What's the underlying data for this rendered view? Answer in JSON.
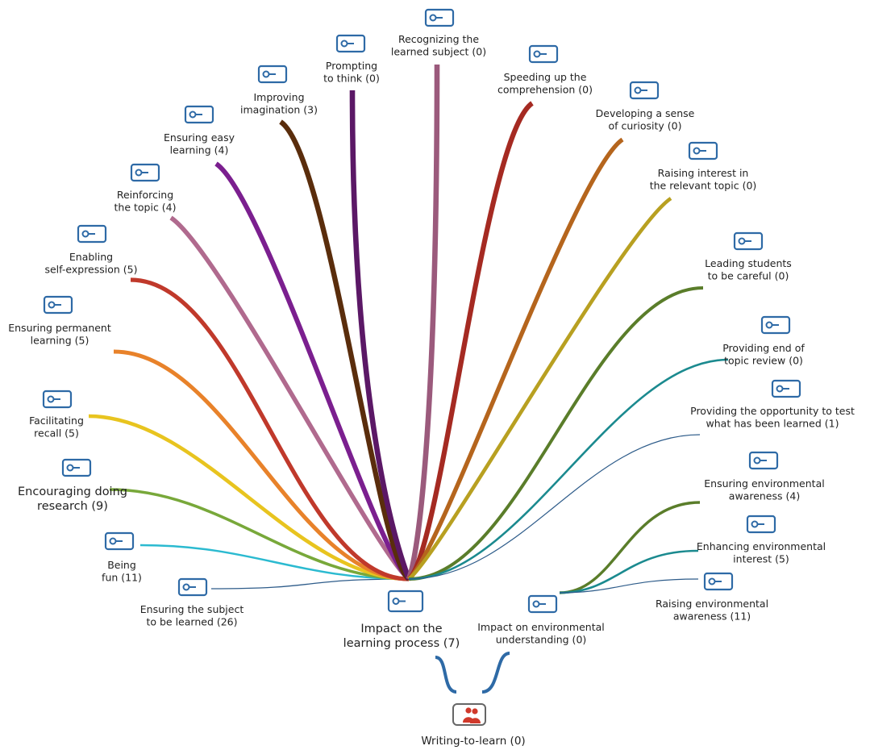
{
  "root": {
    "label": "Writing-to-learn (0)"
  },
  "branches": [
    {
      "label_lines": [
        "Impact on the",
        "learning process (7)"
      ],
      "color": "#2e6aa6",
      "codes": [
        {
          "lines": [
            "Ensuring the subject",
            "to be learned (26)"
          ],
          "color": "#2e5c8a"
        },
        {
          "lines": [
            "Being",
            "fun (11)"
          ],
          "color": "#2bbad0"
        },
        {
          "lines": [
            "Encouraging doing",
            "research (9)"
          ],
          "color": "#78a83a"
        },
        {
          "lines": [
            "Facilitating",
            "recall (5)"
          ],
          "color": "#e8c41f"
        },
        {
          "lines": [
            "Ensuring permanent",
            "learning (5)"
          ],
          "color": "#e8822a"
        },
        {
          "lines": [
            "Enabling",
            "self-expression (5)"
          ],
          "color": "#c0392b"
        },
        {
          "lines": [
            "Reinforcing",
            "the topic (4)"
          ],
          "color": "#b06a8e"
        },
        {
          "lines": [
            "Ensuring easy",
            "learning (4)"
          ],
          "color": "#7b1f8f"
        },
        {
          "lines": [
            "Improving",
            "imagination  (3)"
          ],
          "color": "#5a2d0c"
        },
        {
          "lines": [
            "Prompting",
            "to think (0)"
          ],
          "color": "#5b1866"
        },
        {
          "lines": [
            "Recognizing the",
            "learned subject (0)"
          ],
          "color": "#9b5a7c"
        },
        {
          "lines": [
            "Speeding up the",
            "comprehension (0)"
          ],
          "color": "#a52a22"
        },
        {
          "lines": [
            "Developing a sense",
            "of curiosity  (0)"
          ],
          "color": "#b5651d"
        },
        {
          "lines": [
            "Raising interest in",
            "the relevant topic (0)"
          ],
          "color": "#b8a021"
        },
        {
          "lines": [
            "Leading students",
            "to be careful (0)"
          ],
          "color": "#5a7d2a"
        },
        {
          "lines": [
            "Providing end of",
            "topic review (0)"
          ],
          "color": "#1b8a8f"
        },
        {
          "lines": [
            "Providing the opportunity to test",
            "what has been learned (1)"
          ],
          "color": "#2e5c8a"
        }
      ]
    },
    {
      "label_lines": [
        "Impact on environmental",
        "understanding (0)"
      ],
      "color": "#2e6aa6",
      "codes": [
        {
          "lines": [
            "Ensuring environmental",
            "awareness (4)"
          ],
          "color": "#5a7d2a"
        },
        {
          "lines": [
            "Enhancing environmental",
            "interest  (5)"
          ],
          "color": "#1b8a8f"
        },
        {
          "lines": [
            "Raising environmental",
            "awareness (11)"
          ],
          "color": "#2e5c8a"
        }
      ]
    }
  ],
  "colors": {
    "icon_blue": "#2e6aa6",
    "root_icon_red": "#d0392b",
    "root_icon_border": "#666666"
  },
  "icons": {
    "code": "code-tag-icon",
    "root": "people-group-icon"
  }
}
